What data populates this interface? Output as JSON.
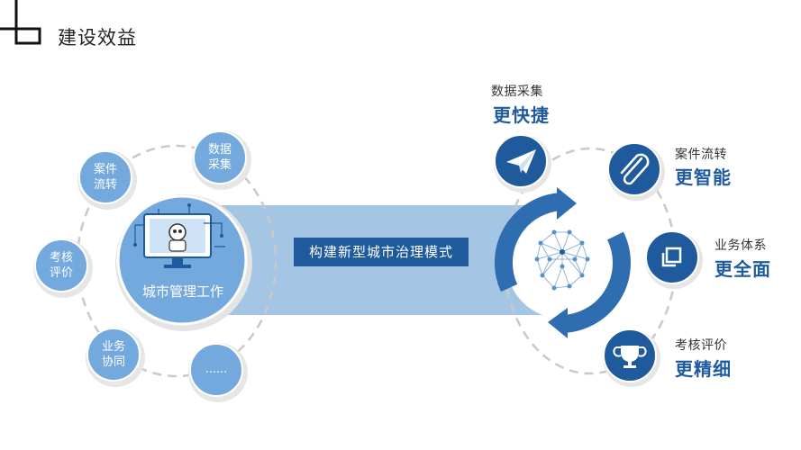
{
  "header": {
    "title": "建设效益"
  },
  "left": {
    "center_label": "城市管理工作",
    "bubbles": [
      {
        "line1": "数据",
        "line2": "采集"
      },
      {
        "line1": "案件",
        "line2": "流转"
      },
      {
        "line1": "考核",
        "line2": "评价"
      },
      {
        "line1": "业务",
        "line2": "协同"
      },
      {
        "line1": "......",
        "line2": ""
      }
    ]
  },
  "banner": {
    "text": "构建新型城市治理模式"
  },
  "right": {
    "items": [
      {
        "small": "数据采集",
        "big": "更快捷",
        "icon": "paper-plane-icon"
      },
      {
        "small": "案件流转",
        "big": "更智能",
        "icon": "paperclip-icon"
      },
      {
        "small": "业务体系",
        "big": "更全面",
        "icon": "copy-icon"
      },
      {
        "small": "考核评价",
        "big": "更精细",
        "icon": "trophy-icon"
      }
    ]
  },
  "colors": {
    "dark_blue": "#1e5a9c",
    "light_blue": "#74a9dd",
    "band": "#a4c5e4"
  }
}
